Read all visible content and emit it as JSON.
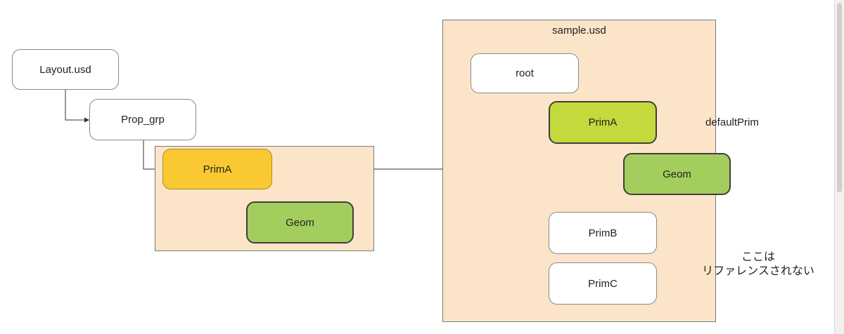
{
  "layout_file": "Layout.usd",
  "prop_group": "Prop_grp",
  "reference": {
    "prim": "PrimA",
    "child": "Geom"
  },
  "sample": {
    "title": "sample.usd",
    "root": "root",
    "prim_a": "PrimA",
    "prim_a_child": "Geom",
    "prim_b": "PrimB",
    "prim_c": "PrimC",
    "default_prim_label": "defaultPrim",
    "note_line1": "ここは",
    "note_line2": "リファレンスされない"
  },
  "colors": {
    "region_fill": "#fce4c8",
    "yellow_node": "#f9c832",
    "lime_node": "#c3d93c",
    "green_node": "#a3cd5d"
  }
}
